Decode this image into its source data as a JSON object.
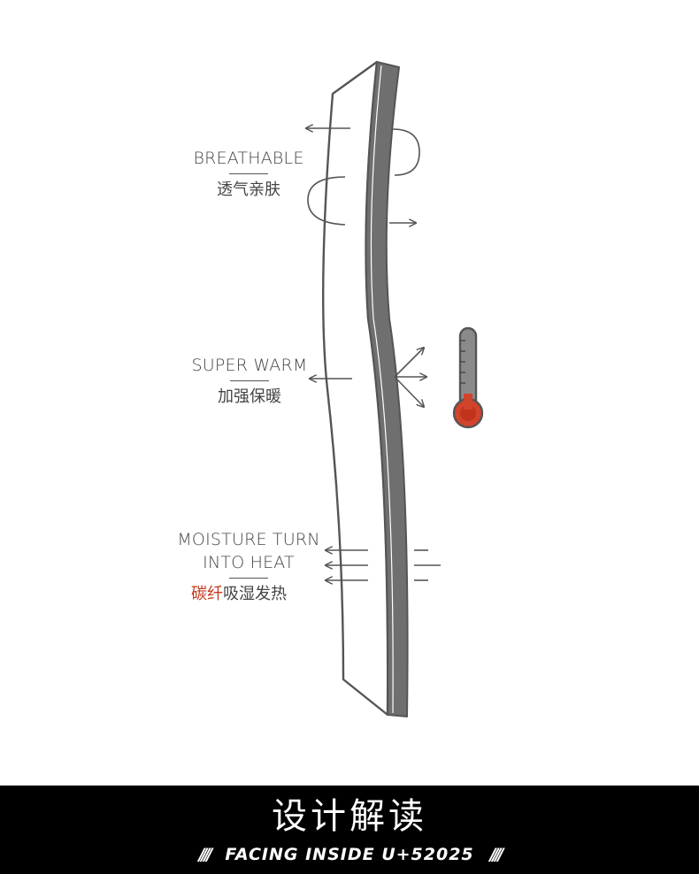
{
  "labels": {
    "breathable": {
      "en": "BREATHABLE",
      "cn": "透气亲肤"
    },
    "super_warm": {
      "en": "SUPER WARM",
      "cn": "加强保暖"
    },
    "moisture": {
      "en_line1": "MOISTURE TURN",
      "en_line2": "INTO HEAT",
      "cn_accent": "碳纤",
      "cn_rest": "吸湿发热"
    }
  },
  "footer": {
    "title": "设计解读",
    "slashes_left": "////",
    "subtitle": "FACING INSIDE U+52025",
    "slashes_right": "////"
  },
  "colors": {
    "accent": "#c4391d",
    "line": "#555555",
    "inner_layer": "#6f6f6f",
    "thermometer_fill": "#d1432a",
    "footer_bg": "#000000"
  },
  "icons": [
    "thermometer-icon",
    "arrow-icon"
  ]
}
